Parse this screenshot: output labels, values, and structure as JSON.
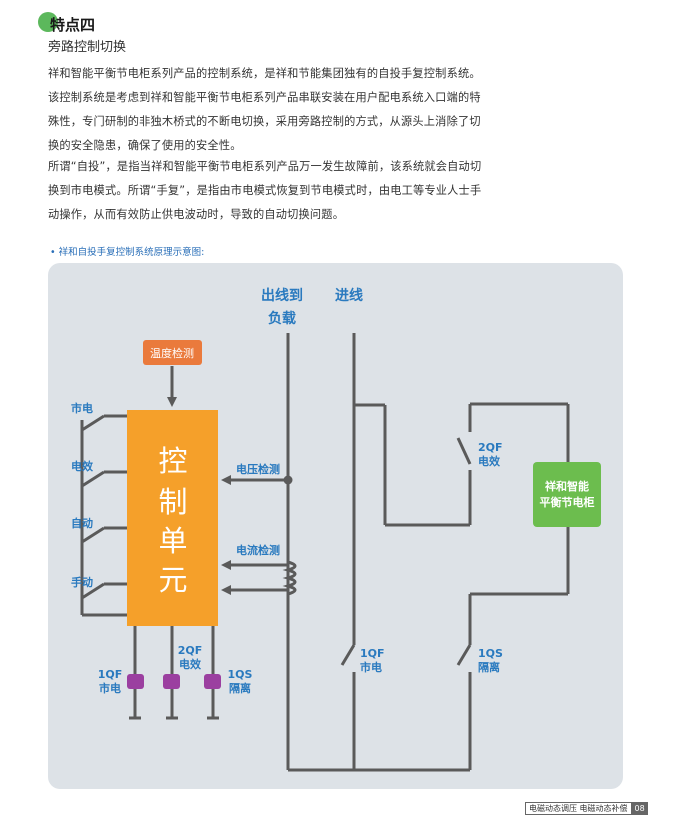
{
  "header": {
    "title": "特点四",
    "subtitle": "旁路控制切换"
  },
  "body": {
    "paragraph1": "祥和智能平衡节电柜系列产品的控制系统，是祥和节能集团独有的自投手复控制系统。该控制系统是考虑到祥和智能平衡节电柜系列产品串联安装在用户配电系统入口端的特殊性，专门研制的非独木桥式的不断电切换，采用旁路控制的方式，从源头上消除了切换的安全隐患，确保了使用的安全性。",
    "paragraph2": "所谓“自投”，是指当祥和智能平衡节电柜系列产品万一发生故障前，该系统就会自动切换到市电模式。所谓“手复”，是指由市电模式恢复到节电模式时，由电工等专业人士手动操作，从而有效防止供电波动时，导致的自动切换问题。"
  },
  "diagram": {
    "caption": "祥和自投手复控制系统原理示意图:",
    "control_unit": [
      "控",
      "制",
      "单",
      "元"
    ],
    "temp_detect": "温度检测",
    "inputs": [
      "市电",
      "电效",
      "自动",
      "手动"
    ],
    "voltage_detect": "电压检测",
    "current_detect": "电流检测",
    "outputs": [
      {
        "line1": "1QF",
        "line2": "市电"
      },
      {
        "line1": "2QF",
        "line2": "电效"
      },
      {
        "line1": "1QS",
        "line2": "隔离"
      }
    ],
    "out_to_load_line1": "出线到",
    "out_to_load_line2": "负载",
    "incoming": "进线",
    "cabinet_line1": "祥和智能",
    "cabinet_line2": "平衡节电柜",
    "switch_2qf": {
      "line1": "2QF",
      "line2": "电效"
    },
    "switch_1qf": {
      "line1": "1QF",
      "line2": "市电"
    },
    "switch_1qs": {
      "line1": "1QS",
      "line2": "隔离"
    },
    "colors": {
      "control_unit": "#f5a02a",
      "temp_box": "#ea7a3c",
      "cabinet": "#6cbd4e",
      "coil": "#9b3fa0",
      "label_blue": "#2a7abf",
      "line": "#5a5a5a",
      "panel": "#dde2e7"
    }
  },
  "footer": {
    "text": "电磁动态调压 电磁动态补偿",
    "page": "08"
  }
}
